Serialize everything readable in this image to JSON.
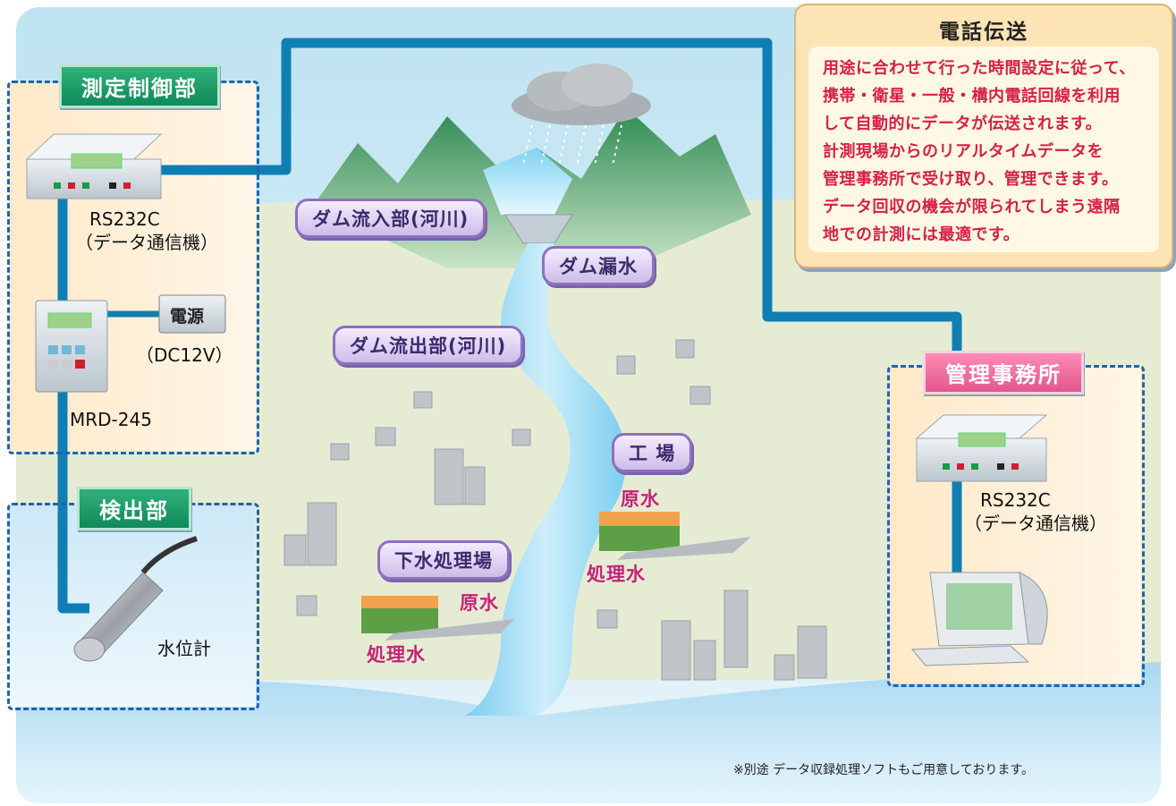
{
  "telephone": {
    "title": "電話伝送",
    "lines": [
      "用途に合わせて行った時間設定に従って、",
      "携帯・衛星・一般・構内電話回線を利用",
      "して自動的にデータが伝送されます。",
      "計測現場からのリアルタイムデータを",
      "管理事務所で受け取り、管理できます。",
      "データ回収の機会が限られてしまう遠隔",
      "地での計測には最適です。"
    ]
  },
  "control_unit": {
    "title": "測定制御部",
    "modem_name": "RS232C",
    "modem_desc": "（データ通信機）",
    "power_label": "電源",
    "power_spec": "（DC12V）",
    "logger_name": "MRD-245"
  },
  "detector": {
    "title": "検出部",
    "sensor_label": "水位計"
  },
  "office": {
    "title": "管理事務所",
    "modem_name": "RS232C",
    "modem_desc": "（データ通信機）"
  },
  "sites": {
    "dam_inflow": "ダム流入部(河川)",
    "dam_leak": "ダム漏水",
    "dam_outflow": "ダム流出部(河川)",
    "factory": "工 場",
    "sewage": "下水処理場"
  },
  "flows": {
    "factory_raw": "原水",
    "factory_treated": "処理水",
    "sewage_raw": "原水",
    "sewage_treated": "処理水"
  },
  "footnote": "※別途 データ収録処理ソフトもご用意しております。",
  "colors": {
    "cable": "#0f7fb3",
    "section_border": "#1e63b0",
    "text_red": "#d61f49",
    "text_magenta": "#c4237a",
    "label_purple": "#8e6fbf"
  }
}
